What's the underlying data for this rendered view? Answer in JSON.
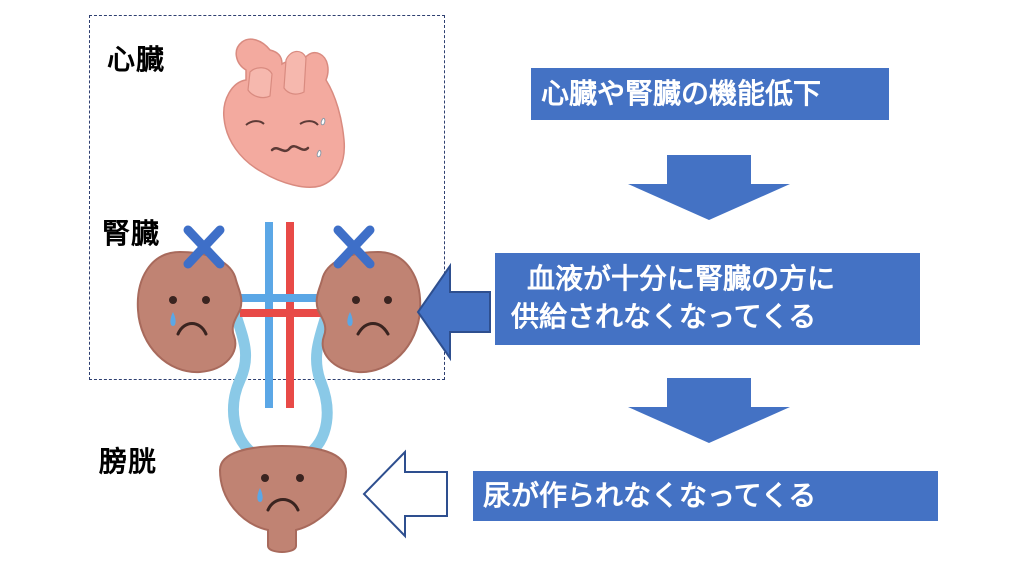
{
  "labels": {
    "heart": "心臓",
    "kidney": "腎臓",
    "bladder": "膀胱"
  },
  "steps": {
    "step1": "心臓や腎臓の機能低下",
    "step2_line1": "血液が十分に腎臓の方に",
    "step2_line2": "供給されなくなってくる",
    "step3": "尿が作られなくなってくる"
  },
  "colors": {
    "box_fill": "#4472c4",
    "organ_fill": "#c08373",
    "heart_fill": "#f3aa9f",
    "artery": "#e84a47",
    "vein": "#5ba7e6",
    "ureter": "#8ac9e7",
    "cross": "#3e6fc8"
  }
}
